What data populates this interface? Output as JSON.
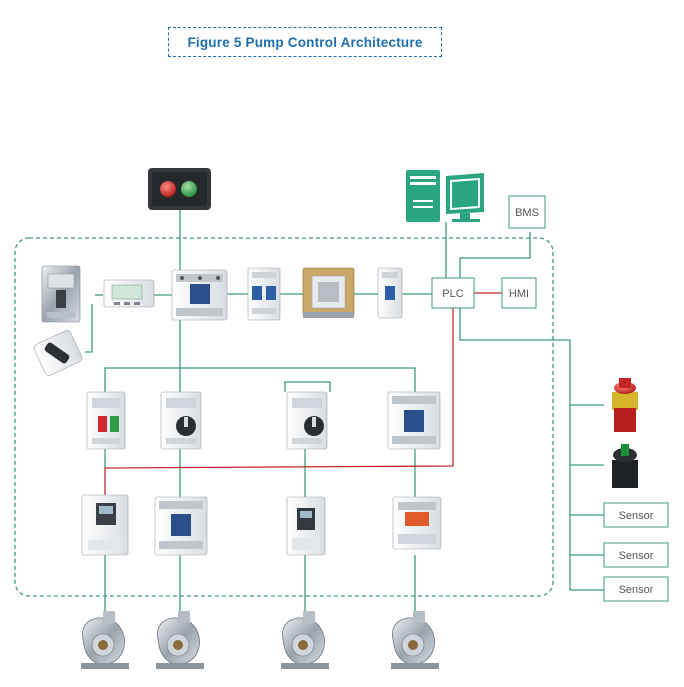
{
  "figure": {
    "title": "Figure 5  Pump Control Architecture"
  },
  "boxes": {
    "bms": "BMS",
    "plc": "PLC",
    "hmi": "HMI",
    "sensor_1": "Sensor",
    "sensor_2": "Sensor",
    "sensor_3": "Sensor"
  },
  "colors": {
    "title": "#1f6fb0",
    "line_green": "#3e9c77",
    "line_red": "#c0282d",
    "box_border": "#3e9c77",
    "computer": "#2aa582"
  },
  "icons": [
    "push-button-station-icon",
    "computer-icon",
    "mccb-icon",
    "rotary-isolator-icon",
    "power-meter-icon",
    "contactor-icon",
    "mcb-icon",
    "transformer-icon",
    "single-mcb-icon",
    "motor-starter-icon",
    "vfd-icon",
    "thermal-relay-icon",
    "emergency-stop-icon",
    "selector-switch-icon",
    "pump-icon"
  ]
}
